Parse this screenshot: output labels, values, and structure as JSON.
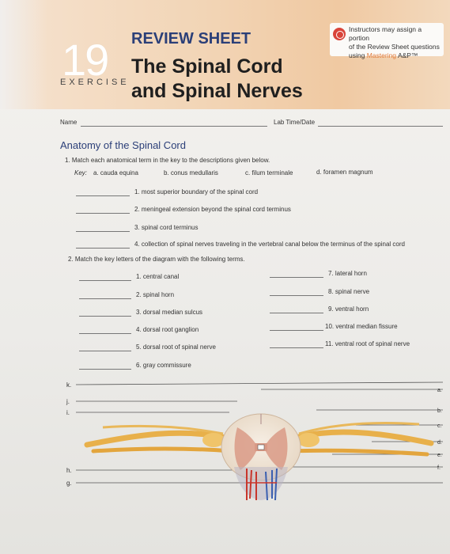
{
  "header": {
    "exercise_number": "19",
    "exercise_word": "EXERCISE",
    "review_label": "REVIEW SHEET",
    "title_line1": "The Spinal Cord",
    "title_line2": "and Spinal Nerves",
    "note_line1": "Instructors may assign a portion",
    "note_line2": "of the Review Sheet questions",
    "note_line3_prefix": "using",
    "note_line3_brand": "Mastering",
    "note_line3_suffix": "A&P™"
  },
  "form": {
    "name_label": "Name",
    "lab_label": "Lab Time/Date"
  },
  "section_title": "Anatomy of the Spinal Cord",
  "q1": {
    "prompt": "1.  Match each anatomical term in the key to the descriptions given below.",
    "key_label": "Key:",
    "key_items": [
      "a.  cauda equina",
      "b.  conus medullaris",
      "c.  filum terminale",
      "d.  foramen magnum"
    ],
    "items": [
      "1.  most superior boundary of the spinal cord",
      "2.  meningeal extension beyond the spinal cord terminus",
      "3.  spinal cord terminus",
      "4.  collection of spinal nerves traveling in the vertebral canal below the terminus of the spinal cord"
    ]
  },
  "q2": {
    "prompt": "2.  Match the key letters of the diagram with the following terms.",
    "left_items": [
      "1.  central canal",
      "2.  spinal horn",
      "3.  dorsal median sulcus",
      "4.  dorsal root ganglion",
      "5.  dorsal root of spinal nerve",
      "6.  gray commissure"
    ],
    "right_items": [
      "7.  lateral horn",
      "8.  spinal nerve",
      "9.  ventral horn",
      "10.  ventral median fissure",
      "11.  ventral root of spinal nerve"
    ]
  },
  "diagram": {
    "left_letters": [
      "k.",
      "j.",
      "i.",
      "h.",
      "g."
    ],
    "right_letters": [
      "a.",
      "b.",
      "c.",
      "d.",
      "e.",
      "f."
    ],
    "colors": {
      "nerve": "#e8b04a",
      "cord": "#f2e6d8",
      "gray_matter": "#d99a86",
      "vessel_red": "#c8362c",
      "vessel_blue": "#3a5fb0"
    }
  }
}
